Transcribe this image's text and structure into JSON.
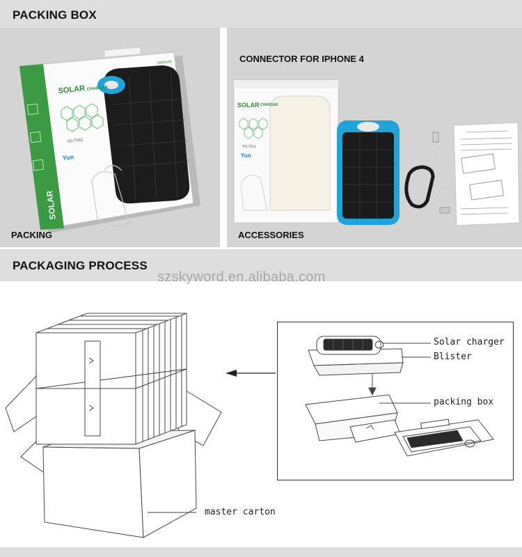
{
  "sections": {
    "packing_box": {
      "title": "PACKING BOX"
    },
    "packaging_process": {
      "title": "PACKAGING PROCESS"
    }
  },
  "panels": {
    "left": {
      "label": "PACKING",
      "box_brand": "SOLAR",
      "box_brand_sub": "CHARGER",
      "box_model": "YD-T011",
      "box_logo": "Yun",
      "box_side_text": "SOLAR",
      "box_capacity": "5000mAh"
    },
    "right": {
      "caption": "CONNECTOR FOR IPHONE 4",
      "label": "ACCESSORIES",
      "box_brand": "SOLAR",
      "box_brand_sub": "CHARGER",
      "box_model": "YD-T011",
      "box_logo": "Yun"
    }
  },
  "watermark": "szskyword.en.alibaba.com",
  "diagram": {
    "labels": {
      "solar_charger": "Solar charger",
      "blister": "Blister",
      "packing_box": "packing box",
      "master_carton": "master carton"
    }
  },
  "colors": {
    "band": "#dedede",
    "panel_bg": "#d4d4d4",
    "accent_blue": "#1fa3d8",
    "accent_green": "#2e8a3a"
  }
}
